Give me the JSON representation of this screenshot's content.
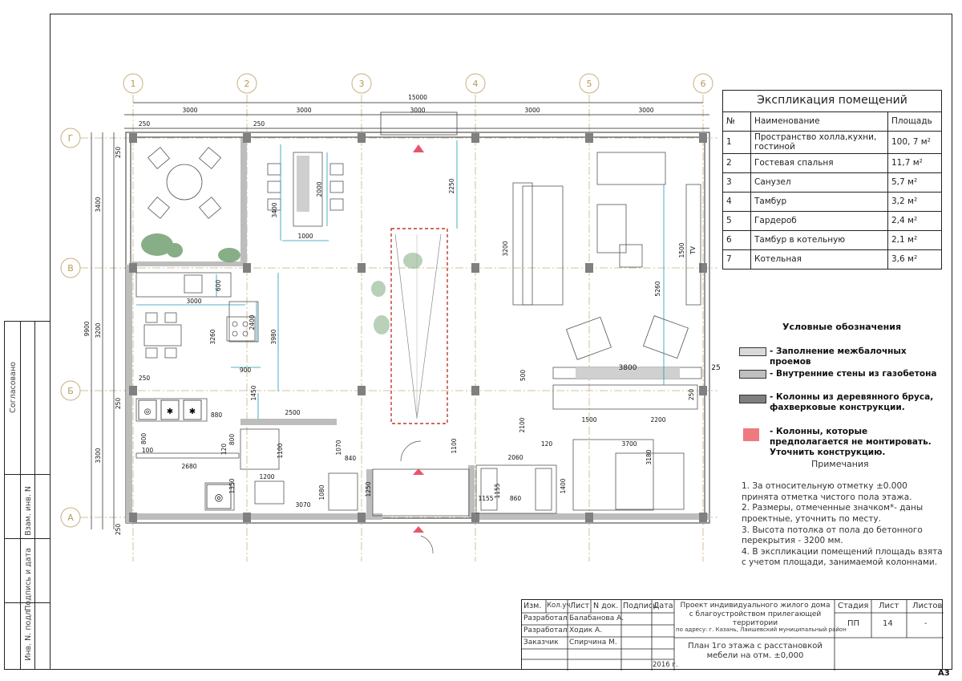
{
  "axes": {
    "columns": [
      "1",
      "2",
      "3",
      "4",
      "5",
      "6"
    ],
    "rows": [
      "Г",
      "В",
      "Б",
      "А"
    ]
  },
  "dimensions": {
    "overall_top": "15000",
    "top_spans": [
      "3000",
      "3000",
      "3000",
      "3000",
      "3000"
    ],
    "wall_offsets": [
      "250",
      "250"
    ],
    "left_overall": "9900",
    "left_spans": [
      "3400",
      "3200",
      "3300"
    ],
    "left_small": [
      "250",
      "250",
      "250"
    ],
    "interior": {
      "table_width": "1000",
      "table_len": "2000",
      "dining_depth": "3400",
      "stair_offset": "2250",
      "kitchen_run": "3000",
      "sink_gap": "600",
      "stove_h": "2400",
      "kitchen_depth": "3260",
      "island_w": "900",
      "corridor_h": "3980",
      "gap_1450": "1450",
      "bath_w": "2500",
      "small_880": "880",
      "v_800": "800",
      "v_100": "100",
      "v_120": "120",
      "v_800b": "800",
      "v_1070": "1070",
      "v_1100": "1100",
      "v_840": "840",
      "h_2680": "2680",
      "v_1350": "1350",
      "h_1200": "1200",
      "h_3070": "3070",
      "v_1080": "1080",
      "v_1250": "1250",
      "v_1100b": "1100",
      "h_2060": "2060",
      "h_860": "860",
      "v_1155": "1155",
      "v_1400": "1400",
      "v_1155b": "1155",
      "sofa": "3200",
      "tv": "1500",
      "tv_label": "TV",
      "living_h": "5260",
      "wall_3800": "3800",
      "gap_25": "25",
      "gap_500": "500",
      "v_250c": "250",
      "wardrobe": "1500",
      "room_2200": "2200",
      "v_2100": "2100",
      "v_120b": "120",
      "bed": "3700",
      "bed_h": "3180"
    }
  },
  "explication": {
    "title": "Экспликация помещений",
    "headers": [
      "№",
      "Наименование",
      "Площадь"
    ],
    "rows": [
      {
        "n": "1",
        "name": "Пространство холла,кухни, гостиной",
        "area": "100, 7 м²"
      },
      {
        "n": "2",
        "name": "Гостевая спальня",
        "area": "11,7 м²"
      },
      {
        "n": "3",
        "name": "Санузел",
        "area": "5,7 м²"
      },
      {
        "n": "4",
        "name": "Тамбур",
        "area": "3,2 м²"
      },
      {
        "n": "5",
        "name": "Гардероб",
        "area": "2,4 м²"
      },
      {
        "n": "6",
        "name": "Тамбур в котельную",
        "area": "2,1 м²"
      },
      {
        "n": "7",
        "name": "Котельная",
        "area": "3,6 м²"
      }
    ]
  },
  "legend": {
    "title": "Условные обозначения",
    "items": [
      {
        "text": "- Заполнение межбалочных проемов",
        "color": "#d9d9d9"
      },
      {
        "text": "- Внутренние стены из газобетона",
        "color": "#bfbfbf"
      },
      {
        "text": "- Колонны из деревянного бруса, фахверковые конструкции.",
        "color": "#7f7f7f"
      },
      {
        "text": "- Колонны, которые предполагается не монтировать. Уточнить конструкцию.",
        "color": "#ee7a80"
      }
    ]
  },
  "notes": {
    "title": "Примечания",
    "items": [
      "1.     За относительную отметку ±0.000 принята отметка чистого пола  этажа.",
      "2.     Размеры, отмеченные значком*- даны проектные, уточнить по месту.",
      "3.     Высота потолка от пола до бетонного перекрытия - 3200 мм.",
      "4.  В экспликации помещений площадь взята с учетом площади, занимаемой колоннами."
    ]
  },
  "side_labels": [
    "Согласовано",
    "Взам. инв. N",
    "Подпись и дата",
    "Инв. N. подл"
  ],
  "stamp": {
    "header": [
      "Изм.",
      "Кол.уч",
      "Лист",
      "N док.",
      "Подпись",
      "Дата"
    ],
    "roles": [
      {
        "role": "Разработал",
        "name": "Балабанова А."
      },
      {
        "role": "Разработал",
        "name": "Ходик А."
      },
      {
        "role": "Заказчик",
        "name": "Спирчина М."
      }
    ],
    "year": "2016 г.",
    "project": "Проект индивидуального жилого дома с благоустройством прилегающей территории",
    "address": "по адресу: г. Казань, Лаишевский муниципальный район",
    "sheet_title": "План 1го этажа с расстановкой мебели на отм. ±0,000",
    "stage_label": "Стадия",
    "sheet_label": "Лист",
    "sheets_label": "Листов",
    "stage": "ПП",
    "sheet": "14",
    "sheets": "-"
  },
  "format": "А3",
  "colors": {
    "grid": "#b89a5c",
    "wall": "#999999",
    "column": "#808080",
    "stair": "#c0392b",
    "dim": "#1a9ab5",
    "plant": "#4a8a5a"
  }
}
